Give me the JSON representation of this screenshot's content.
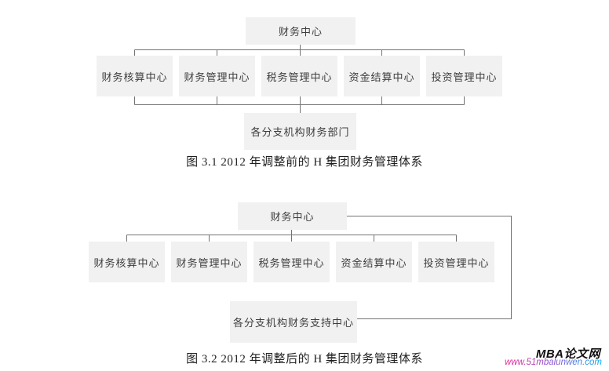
{
  "diagram1": {
    "root": "财务中心",
    "children": [
      "财务核算中心",
      "财务管理中心",
      "税务管理中心",
      "资金结算中心",
      "投资管理中心"
    ],
    "bottom": "各分支机构财务部门",
    "caption": "图 3.1 2012 年调整前的 H 集团财务管理体系"
  },
  "diagram2": {
    "root": "财务中心",
    "children": [
      "财务核算中心",
      "财务管理中心",
      "税务管理中心",
      "资金结算中心",
      "投资管理中心"
    ],
    "bottom": "各分支机构财务支持中心",
    "caption": "图 3.2 2012 年调整后的 H 集团财务管理体系"
  },
  "watermark": {
    "brand": "MBA论文网",
    "url": "www.51mbalunwen.com"
  },
  "colors": {
    "box_fill": "#f1f1f1",
    "line": "#737373",
    "box_text": "#3d3d3d",
    "caption_text": "#1f1f1f",
    "brand_text": "#101010",
    "url_gradient_start": "#ee1d8d",
    "url_gradient_mid": "#7d5bd6",
    "url_gradient_end": "#00aeef"
  }
}
